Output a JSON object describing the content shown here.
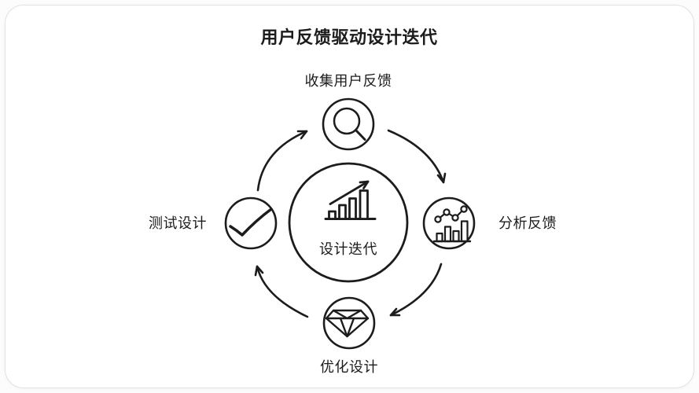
{
  "diagram": {
    "title": "用户反馈驱动设计迭代",
    "flow_direction": "clockwise",
    "center": {
      "label": "设计迭代",
      "icon": "growth-chart-icon"
    },
    "nodes": [
      {
        "id": "top",
        "label": "收集用户反馈",
        "icon": "search-icon"
      },
      {
        "id": "right",
        "label": "分析反馈",
        "icon": "analytics-icon"
      },
      {
        "id": "bottom",
        "label": "优化设计",
        "icon": "diamond-icon"
      },
      {
        "id": "left",
        "label": "测试设计",
        "icon": "checkmark-icon"
      }
    ]
  },
  "colors": {
    "ink": "#1c1c1c",
    "card_background": "#ffffff",
    "card_border": "#e2e2e2",
    "page_background": "#fcfcfc"
  }
}
